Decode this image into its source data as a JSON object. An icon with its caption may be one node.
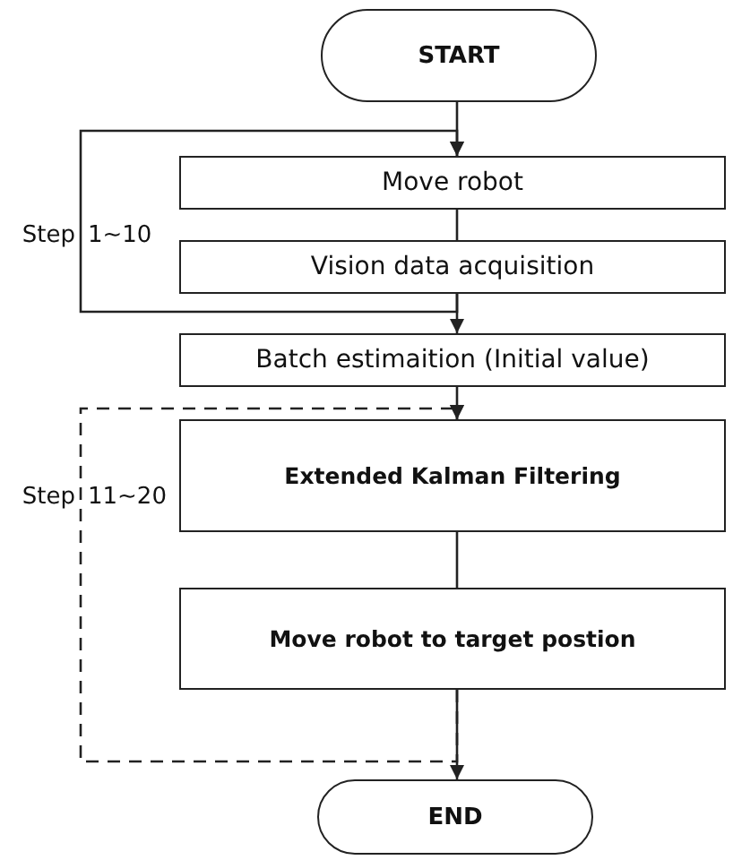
{
  "diagram": {
    "nodes": [
      {
        "text": [
          "START"
        ]
      },
      {
        "text": [
          "Move robot"
        ]
      },
      {
        "text": [
          "Vision data acquisition"
        ]
      },
      {
        "text": [
          "Batch estimaition (Initial value)"
        ]
      },
      {
        "text": [
          "Extended Kalman Filtering"
        ]
      },
      {
        "text": [
          "Move robot to target postion"
        ]
      },
      {
        "text": [
          "END"
        ]
      }
    ],
    "edges": [
      {
        "from": 0,
        "to": 1,
        "arrow": "to"
      },
      {
        "from": 1,
        "to": 2,
        "arrow": "none"
      },
      {
        "from": 2,
        "to": 3,
        "arrow": "to"
      },
      {
        "from": 2,
        "to": 1,
        "arrow": "to"
      },
      {
        "from": 3,
        "to": 4,
        "arrow": "to"
      },
      {
        "from": 4,
        "to": 5,
        "arrow": "none"
      },
      {
        "from": 5,
        "to": 6,
        "arrow": "to"
      },
      {
        "from": 5,
        "to": 4,
        "arrow": "to",
        "style": "dashed"
      }
    ],
    "labels": [
      "Step",
      "1~10",
      "Step",
      "11~20"
    ]
  }
}
